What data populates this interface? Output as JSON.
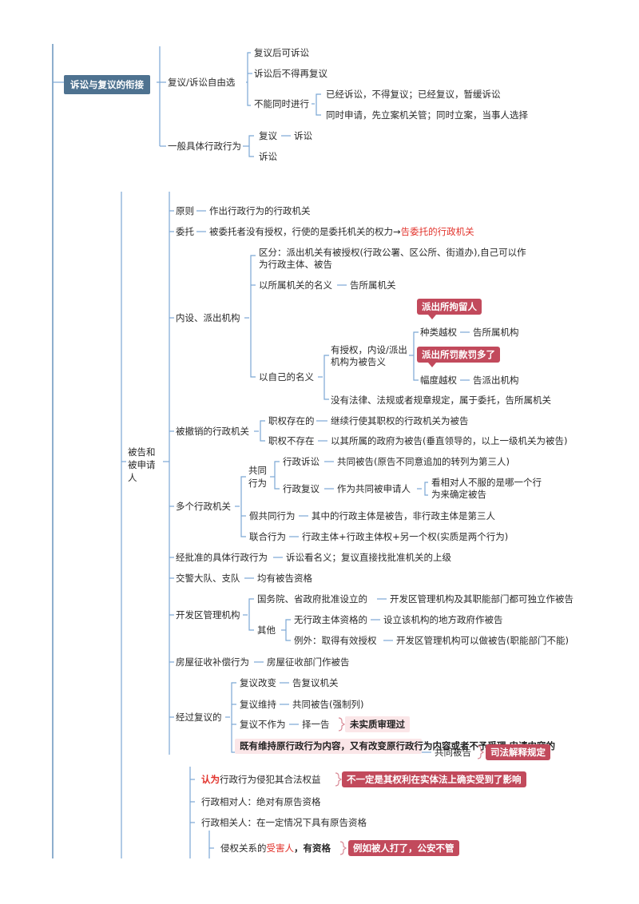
{
  "colors": {
    "topic_bg": "#4e7290",
    "tag_bg": "#c24a5c",
    "line": "#7ba7d4",
    "red_text": "#e2332c",
    "pink_bg": "#fbe6e8"
  },
  "s1": {
    "root": "诉讼与复议的衔接",
    "free": "复议/诉讼自由选",
    "free_a": "复议后可诉讼",
    "free_b": "诉讼后不得再复议",
    "notsame": "不能同时进行",
    "notsame_a": "已经诉讼，不得复议；已经复议，暂缓诉讼",
    "notsame_b": "同时申请，先立案机关管；同时立案，当事人选择",
    "general": "一般具体行政行为",
    "gen_a1": "复议",
    "gen_a2": "诉讼",
    "gen_b": "诉讼"
  },
  "s2": {
    "root": "被告和被申请人",
    "principle": "原则",
    "principle_v": "作出行政行为的行政机关",
    "entrust": "委托",
    "entrust_v1": "被委托者没有授权，行使的是委托机关的权力→",
    "entrust_v2": "告委托的行政机关",
    "inner": "内设、派出机构",
    "inner_diff": "区分：派出机关有被授权(行政公署、区公所、街道办),自己可以作为行政主体、被告",
    "inner_name1": "以所属机关的名义",
    "inner_name1_v": "告所属机关",
    "inner_own": "以自己的名义",
    "authorized": "有授权，内设/派出机构为被告义",
    "callout1": "派出所拘留人",
    "kind_over": "种类越权",
    "kind_over_v": "告所属机构",
    "callout2": "派出所罚款罚多了",
    "range_over": "幅度越权",
    "range_over_v": "告派出机构",
    "no_law": "没有法律、法规或者规章规定，属于委托，告所属机关",
    "revoked": "被撤销的行政机关",
    "rev_a": "职权存在的",
    "rev_a_v": "继续行使其职权的行政机关为被告",
    "rev_b": "职权不存在",
    "rev_b_v": "以其所属的政府为被告(垂直领导的，以上一级机关为被告)",
    "multi": "多个行政机关",
    "joint": "共同行为",
    "lit": "行政诉讼",
    "lit_v": "共同被告(原告不同意追加的转列为第三人)",
    "rec": "行政复议",
    "rec_v": "作为共同被申请人",
    "rec_v2": "看相对人不服的是哪一个行为来确定被告",
    "fake": "假共同行为",
    "fake_v": "其中的行政主体是被告，非行政主体是第三人",
    "union": "联合行为",
    "union_v": "行政主体+行政主体权+另一个权(实质是两个行为)",
    "approved": "经批准的具体行政行为",
    "approved_v": "诉讼看名义；复议直接找批准机关的上级",
    "traffic": "交警大队、支队",
    "traffic_v": "均有被告资格",
    "devzone": "开发区管理机构",
    "dz_a": "国务院、省政府批准设立的",
    "dz_a_v": "开发区管理机构及其职能部门都可独立作被告",
    "dz_other": "其他",
    "dz_b": "无行政主体资格的",
    "dz_b_v": "设立该机构的地方政府作被告",
    "dz_c": "例外：取得有效授权",
    "dz_c_v": "开发区管理机构可以做被告(职能部门不能)",
    "house": "房屋征收补偿行为",
    "house_v": "房屋征收部门作被告",
    "after_rec": "经过复议的",
    "ar_a": "复议改变",
    "ar_a_v": "告复议机关",
    "ar_b": "复议维持",
    "ar_b_v": "共同被告(强制列)",
    "ar_c": "复议不作为",
    "ar_c_v": "择一告",
    "ar_c_tag": "未实质审理过",
    "ar_d": "既有维持原行政行为内容，又有改变原行政行为内容或者不予受理 申请内容的",
    "ar_d_v": "共同被告",
    "ar_d_tag": "司法解释规定"
  },
  "s3": {
    "deem_red": "认为",
    "deem_rest": "行政行为侵犯其合法权益",
    "deem_tag": "不一定是其权利在实体法上确实受到了影响",
    "rel": "行政相对人：绝对有原告资格",
    "rel2": "行政相关人：在一定情况下具有原告资格",
    "victim_1": "侵权关系的",
    "victim_2": "受害人",
    "victim_3": "，有资格",
    "victim_tag": "例如被人打了，公安不管"
  }
}
